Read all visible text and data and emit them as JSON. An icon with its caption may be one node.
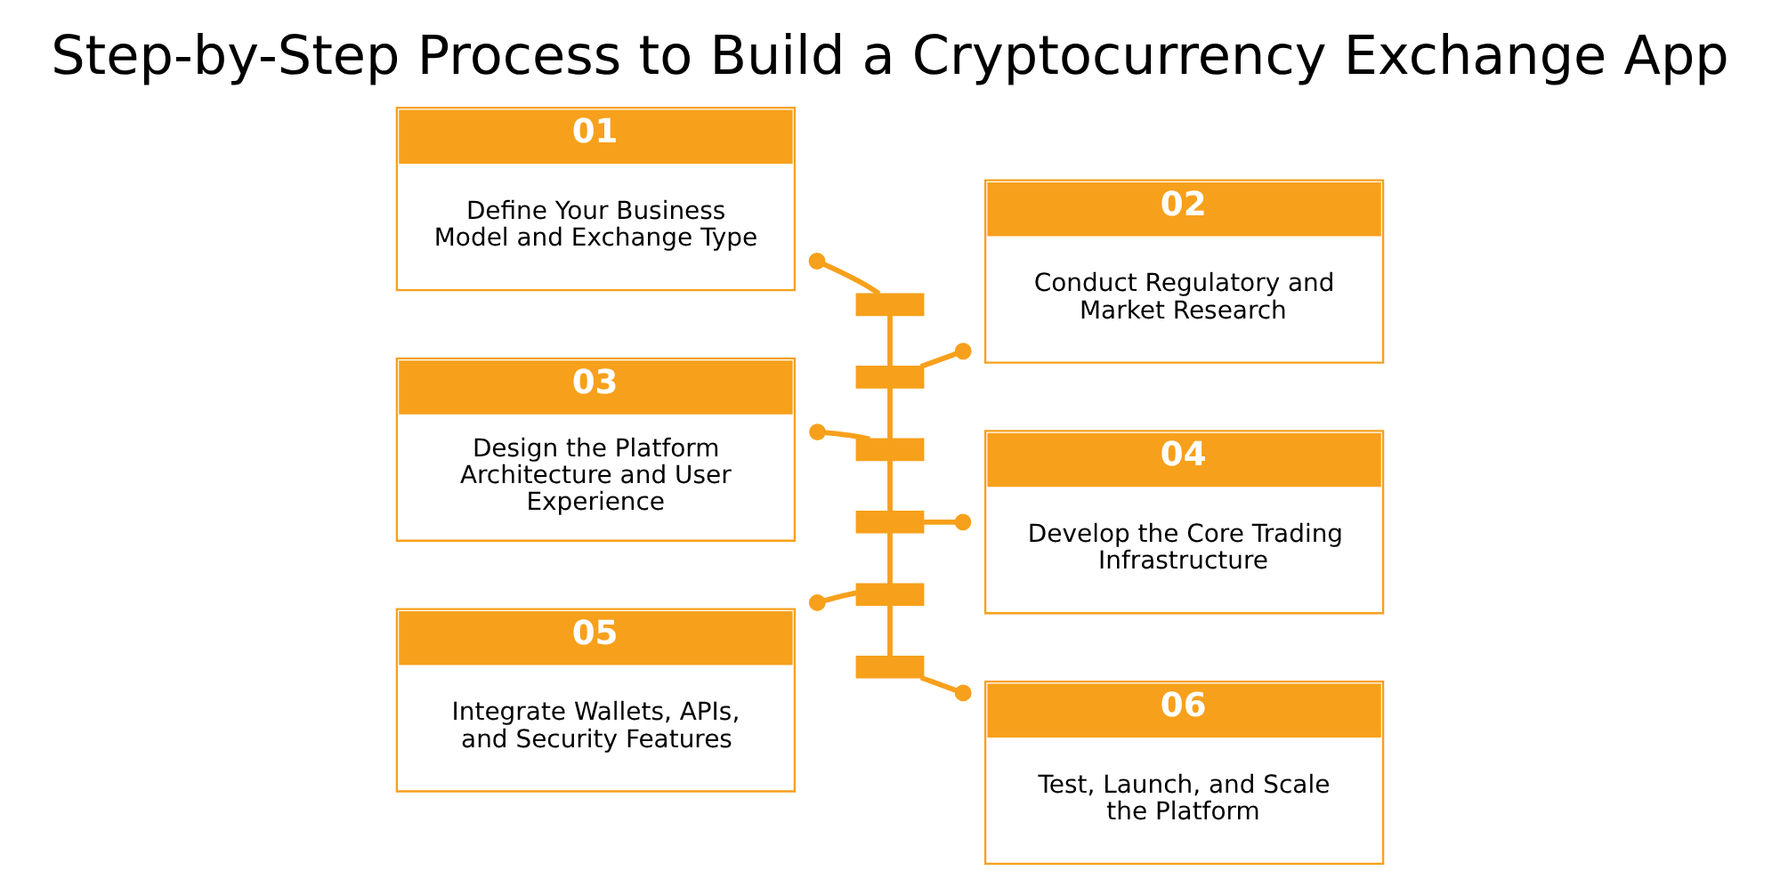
{
  "diagram": {
    "title": "Step-by-Step Process to Build a Cryptocurrency Exchange App",
    "nodes": [
      {
        "text": [
          "01",
          "Define Your Business Model and Exchange Type"
        ]
      },
      {
        "text": [
          "02",
          "Conduct Regulatory and Market Research"
        ]
      },
      {
        "text": [
          "03",
          "Design the Platform Architecture and User Experience"
        ]
      },
      {
        "text": [
          "04",
          "Develop the Core Trading Infrastructure"
        ]
      },
      {
        "text": [
          "05",
          "Integrate Wallets, APIs, and Security Features"
        ]
      },
      {
        "text": [
          "06",
          "Test, Launch, and Scale the Platform"
        ]
      },
      {
        "text": [],
        "shape": "bar"
      },
      {
        "text": [],
        "shape": "bar"
      },
      {
        "text": [],
        "shape": "bar"
      },
      {
        "text": [],
        "shape": "bar"
      },
      {
        "text": [],
        "shape": "bar"
      },
      {
        "text": [],
        "shape": "bar"
      }
    ],
    "edges": [
      {
        "from": 6,
        "to": 7,
        "arrow": "none"
      },
      {
        "from": 7,
        "to": 8,
        "arrow": "none"
      },
      {
        "from": 8,
        "to": 9,
        "arrow": "none"
      },
      {
        "from": 9,
        "to": 10,
        "arrow": "none"
      },
      {
        "from": 10,
        "to": 11,
        "arrow": "none"
      },
      {
        "from": 6,
        "to": 0,
        "arrow": "other"
      },
      {
        "from": 7,
        "to": 1,
        "arrow": "other"
      },
      {
        "from": 8,
        "to": 2,
        "arrow": "other"
      },
      {
        "from": 9,
        "to": 3,
        "arrow": "other"
      },
      {
        "from": 10,
        "to": 4,
        "arrow": "other"
      },
      {
        "from": 11,
        "to": 5,
        "arrow": "other"
      }
    ]
  }
}
